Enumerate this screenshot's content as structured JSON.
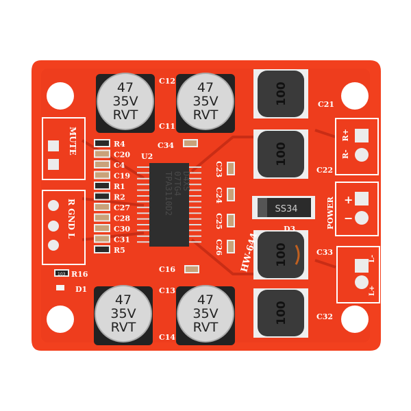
{
  "board": {
    "model": "HW-644",
    "colors": {
      "pcb": "#f2401e",
      "trace": "#d8321a",
      "silk": "#ffffff",
      "pad": "#e8e8e8",
      "chip": "#2e2e2e"
    },
    "capacitors": [
      {
        "ref": "C12",
        "lines": [
          "47",
          "35V",
          "RVT"
        ]
      },
      {
        "ref": "C11",
        "lines": [
          "47",
          "35V",
          "RVT"
        ]
      },
      {
        "ref": "C13",
        "lines": [
          "47",
          "35V",
          "RVT"
        ]
      },
      {
        "ref": "C14",
        "lines": [
          "47",
          "35V",
          "RVT"
        ]
      }
    ],
    "inductors": [
      {
        "ref": "C21",
        "label": "100"
      },
      {
        "ref": "C22",
        "label": "100"
      },
      {
        "ref": "C33",
        "label": "100"
      },
      {
        "ref": "C32",
        "label": "100"
      }
    ],
    "chip": {
      "ref": "U2",
      "lines": [
        "TPA3110D2",
        "07TG4",
        "D4XS"
      ]
    },
    "diode": {
      "ref": "D3",
      "label": "SS34"
    },
    "left_labels": [
      "R4",
      "C20",
      "C4",
      "C19",
      "R1",
      "R2",
      "C27",
      "C28",
      "C30",
      "C31",
      "R5"
    ],
    "mid_labels": [
      "C23",
      "C24",
      "C25",
      "C26"
    ],
    "other_labels": {
      "c34": "C34",
      "c16": "C16",
      "r16": "R16",
      "d1": "D1",
      "res_r16": "103"
    },
    "connectors": {
      "mute": "MUTE",
      "input": "R GND L",
      "power": "POWER",
      "power_plus": "+",
      "power_minus": "−",
      "right_out_plus": "R+",
      "right_out_minus": "R-",
      "left_out_minus": "L-",
      "left_out_plus": "L+"
    }
  }
}
